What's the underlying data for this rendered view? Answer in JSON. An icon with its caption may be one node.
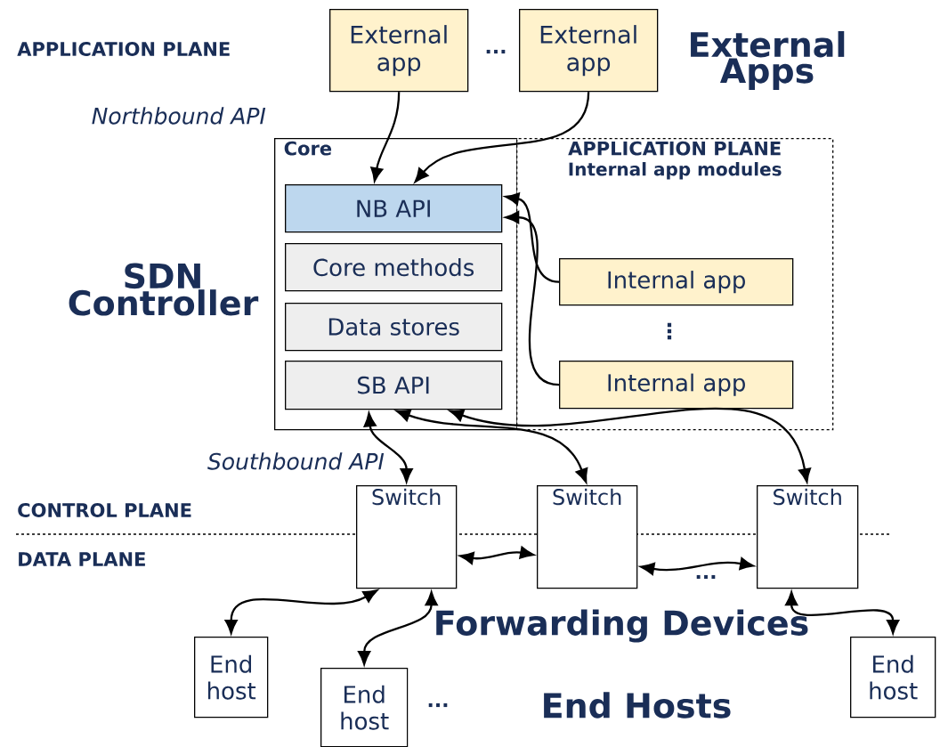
{
  "diagram": {
    "nodes": [
      {
        "text": [
          "External app"
        ]
      },
      {
        "text": [
          "External app"
        ]
      },
      {
        "text": [
          "Core"
        ]
      },
      {
        "text": [
          "APPLICATION PLANE",
          "Internal app modules"
        ]
      },
      {
        "text": [
          "NB API"
        ],
        "in": 2
      },
      {
        "text": [
          "Core methods"
        ],
        "in": 2
      },
      {
        "text": [
          "Data stores"
        ],
        "in": 2
      },
      {
        "text": [
          "SB API"
        ],
        "in": 2
      },
      {
        "text": [
          "Internal app"
        ],
        "in": 3
      },
      {
        "text": [
          "Internal app"
        ],
        "in": 3
      },
      {
        "text": [
          "Switch"
        ]
      },
      {
        "text": [
          "Switch"
        ]
      },
      {
        "text": [
          "Switch"
        ]
      },
      {
        "text": [
          "End host"
        ]
      },
      {
        "text": [
          "End host"
        ]
      },
      {
        "text": [
          "End host"
        ]
      }
    ],
    "edges": [
      {
        "from": 0,
        "to": 4,
        "arrow": "to"
      },
      {
        "from": 1,
        "to": 4,
        "arrow": "to"
      },
      {
        "from": 8,
        "to": 4,
        "arrow": "to"
      },
      {
        "from": 9,
        "to": 4,
        "arrow": "to"
      },
      {
        "from": 7,
        "to": 10,
        "arrow": "both"
      },
      {
        "from": 7,
        "to": 11,
        "arrow": "both"
      },
      {
        "from": 7,
        "to": 12,
        "arrow": "both"
      },
      {
        "from": 10,
        "to": 11,
        "arrow": "both"
      },
      {
        "from": 11,
        "to": 12,
        "arrow": "both"
      },
      {
        "from": 10,
        "to": 13,
        "arrow": "both"
      },
      {
        "from": 10,
        "to": 14,
        "arrow": "both"
      },
      {
        "from": 12,
        "to": 15,
        "arrow": "both"
      }
    ],
    "labels": [
      "APPLICATION PLANE",
      "...",
      "External Apps",
      "Northbound API",
      "SDN Controller",
      "⋮",
      "Southbound API",
      "CONTROL PLANE",
      "DATA PLANE",
      "...",
      "Forwarding Devices",
      "...",
      "End Hosts"
    ]
  }
}
